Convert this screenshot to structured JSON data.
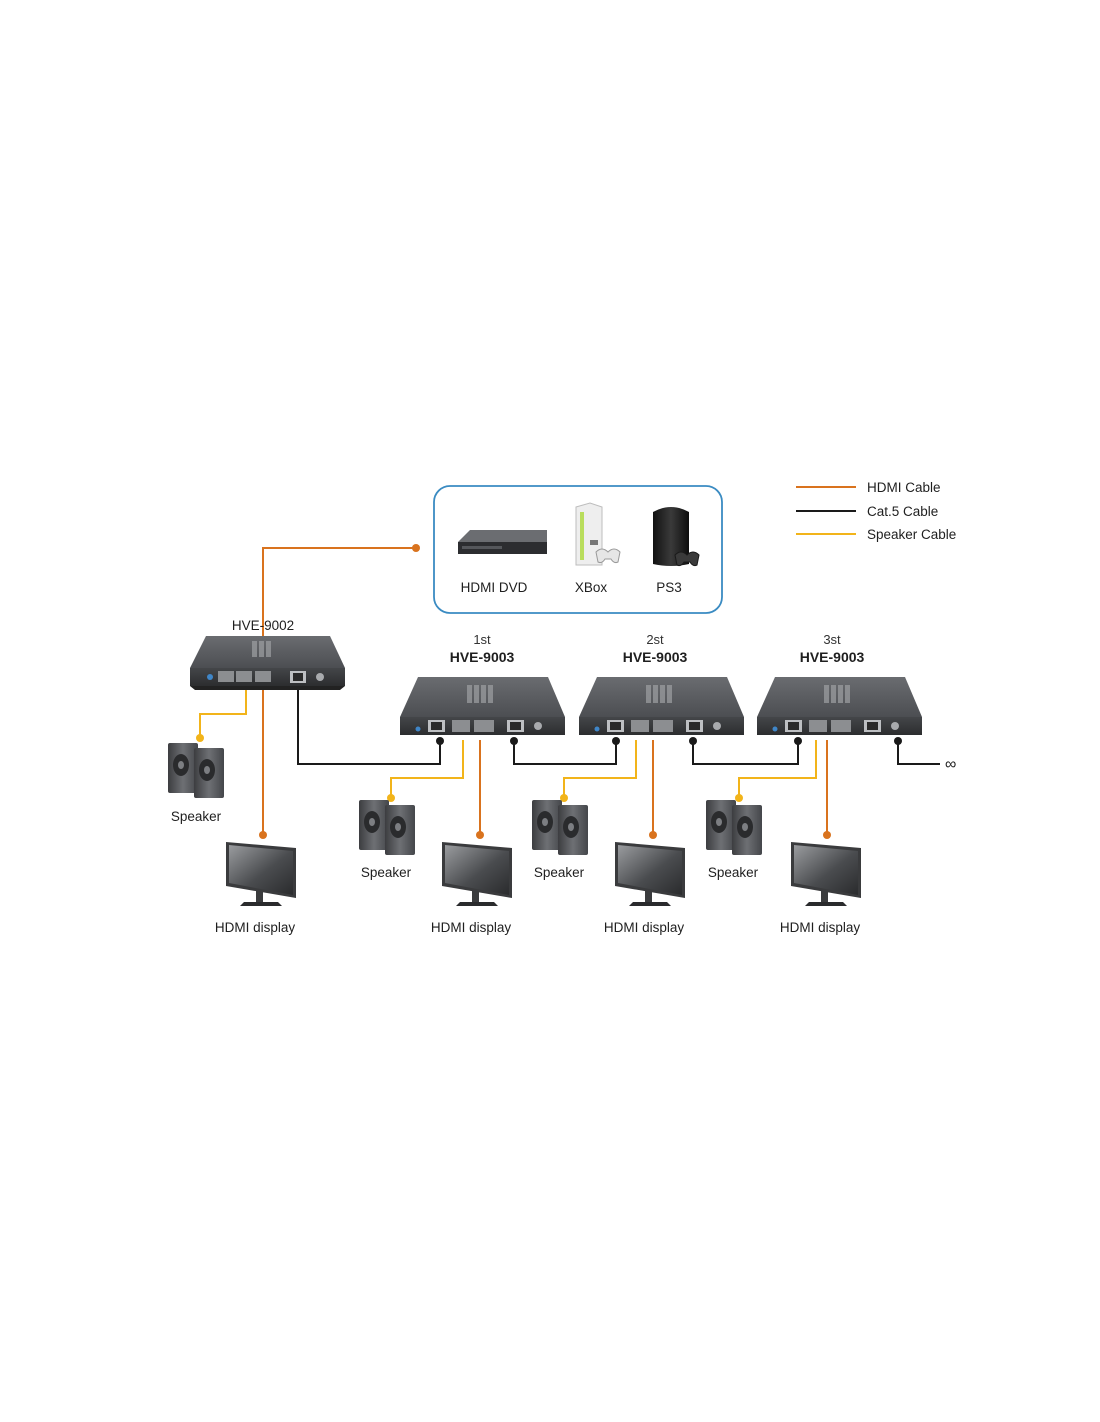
{
  "legend": {
    "hdmi_label": "HDMI Cable",
    "cat5_label": "Cat.5 Cable",
    "speaker_label": "Speaker Cable"
  },
  "sources": {
    "dvd_label": "HDMI DVD",
    "xbox_label": "XBox",
    "ps3_label": "PS3"
  },
  "transmitter": {
    "model": "HVE-9002"
  },
  "receivers": [
    {
      "order": "1st",
      "model": "HVE-9003"
    },
    {
      "order": "2st",
      "model": "HVE-9003"
    },
    {
      "order": "3st",
      "model": "HVE-9003"
    }
  ],
  "speaker_label": "Speaker",
  "display_label": "HDMI display",
  "chain_end_symbol": "∞",
  "colors": {
    "hdmi_cable": "#d9731e",
    "cat5_cable": "#1a1a1a",
    "speaker_cable": "#f2b41a",
    "source_box_border": "#3a8bc2",
    "device_body": "#4a4c4f"
  }
}
